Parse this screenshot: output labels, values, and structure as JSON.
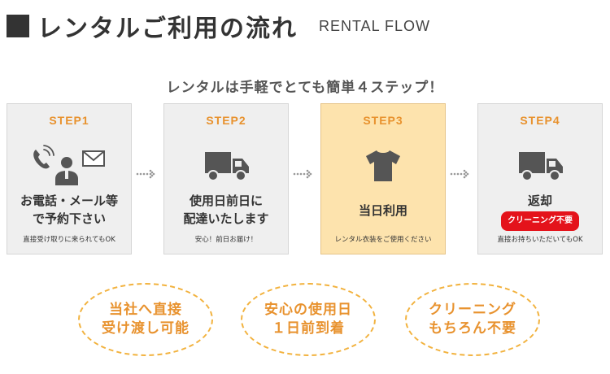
{
  "header": {
    "title": "レンタルご利用の流れ",
    "subtitle": "RENTAL FLOW"
  },
  "tagline": "レンタルは手軽でとても簡単４ステップ！",
  "steps": [
    {
      "label": "STEP1",
      "lines": [
        "お電話・メール等",
        "で予約下さい"
      ],
      "note": "直接受け取りに来られてもOK"
    },
    {
      "label": "STEP2",
      "lines": [
        "使用日前日に",
        "配達いたします"
      ],
      "note": "安心！前日お届け！"
    },
    {
      "label": "STEP3",
      "lines": [
        "当日利用"
      ],
      "note": "レンタル衣装をご使用ください"
    },
    {
      "label": "STEP4",
      "lines": [
        "返却"
      ],
      "badge": "クリーニング不要",
      "note": "直接お持ちいただいてもOK"
    }
  ],
  "features": [
    {
      "lines": [
        "当社へ直接",
        "受け渡し可能"
      ]
    },
    {
      "lines": [
        "安心の使用日",
        "１日前到着"
      ]
    },
    {
      "lines": [
        "クリーニング",
        "もちろん不要"
      ]
    }
  ],
  "colors": {
    "accent": "#e8922e",
    "highlight_bg": "#fde3ad",
    "badge_bg": "#e4131b",
    "card_bg": "#efefef",
    "icon": "#555555"
  },
  "icons": [
    "phone-icon",
    "mail-icon",
    "person-icon",
    "truck-icon",
    "tshirt-icon",
    "arrow-dots-icon"
  ]
}
